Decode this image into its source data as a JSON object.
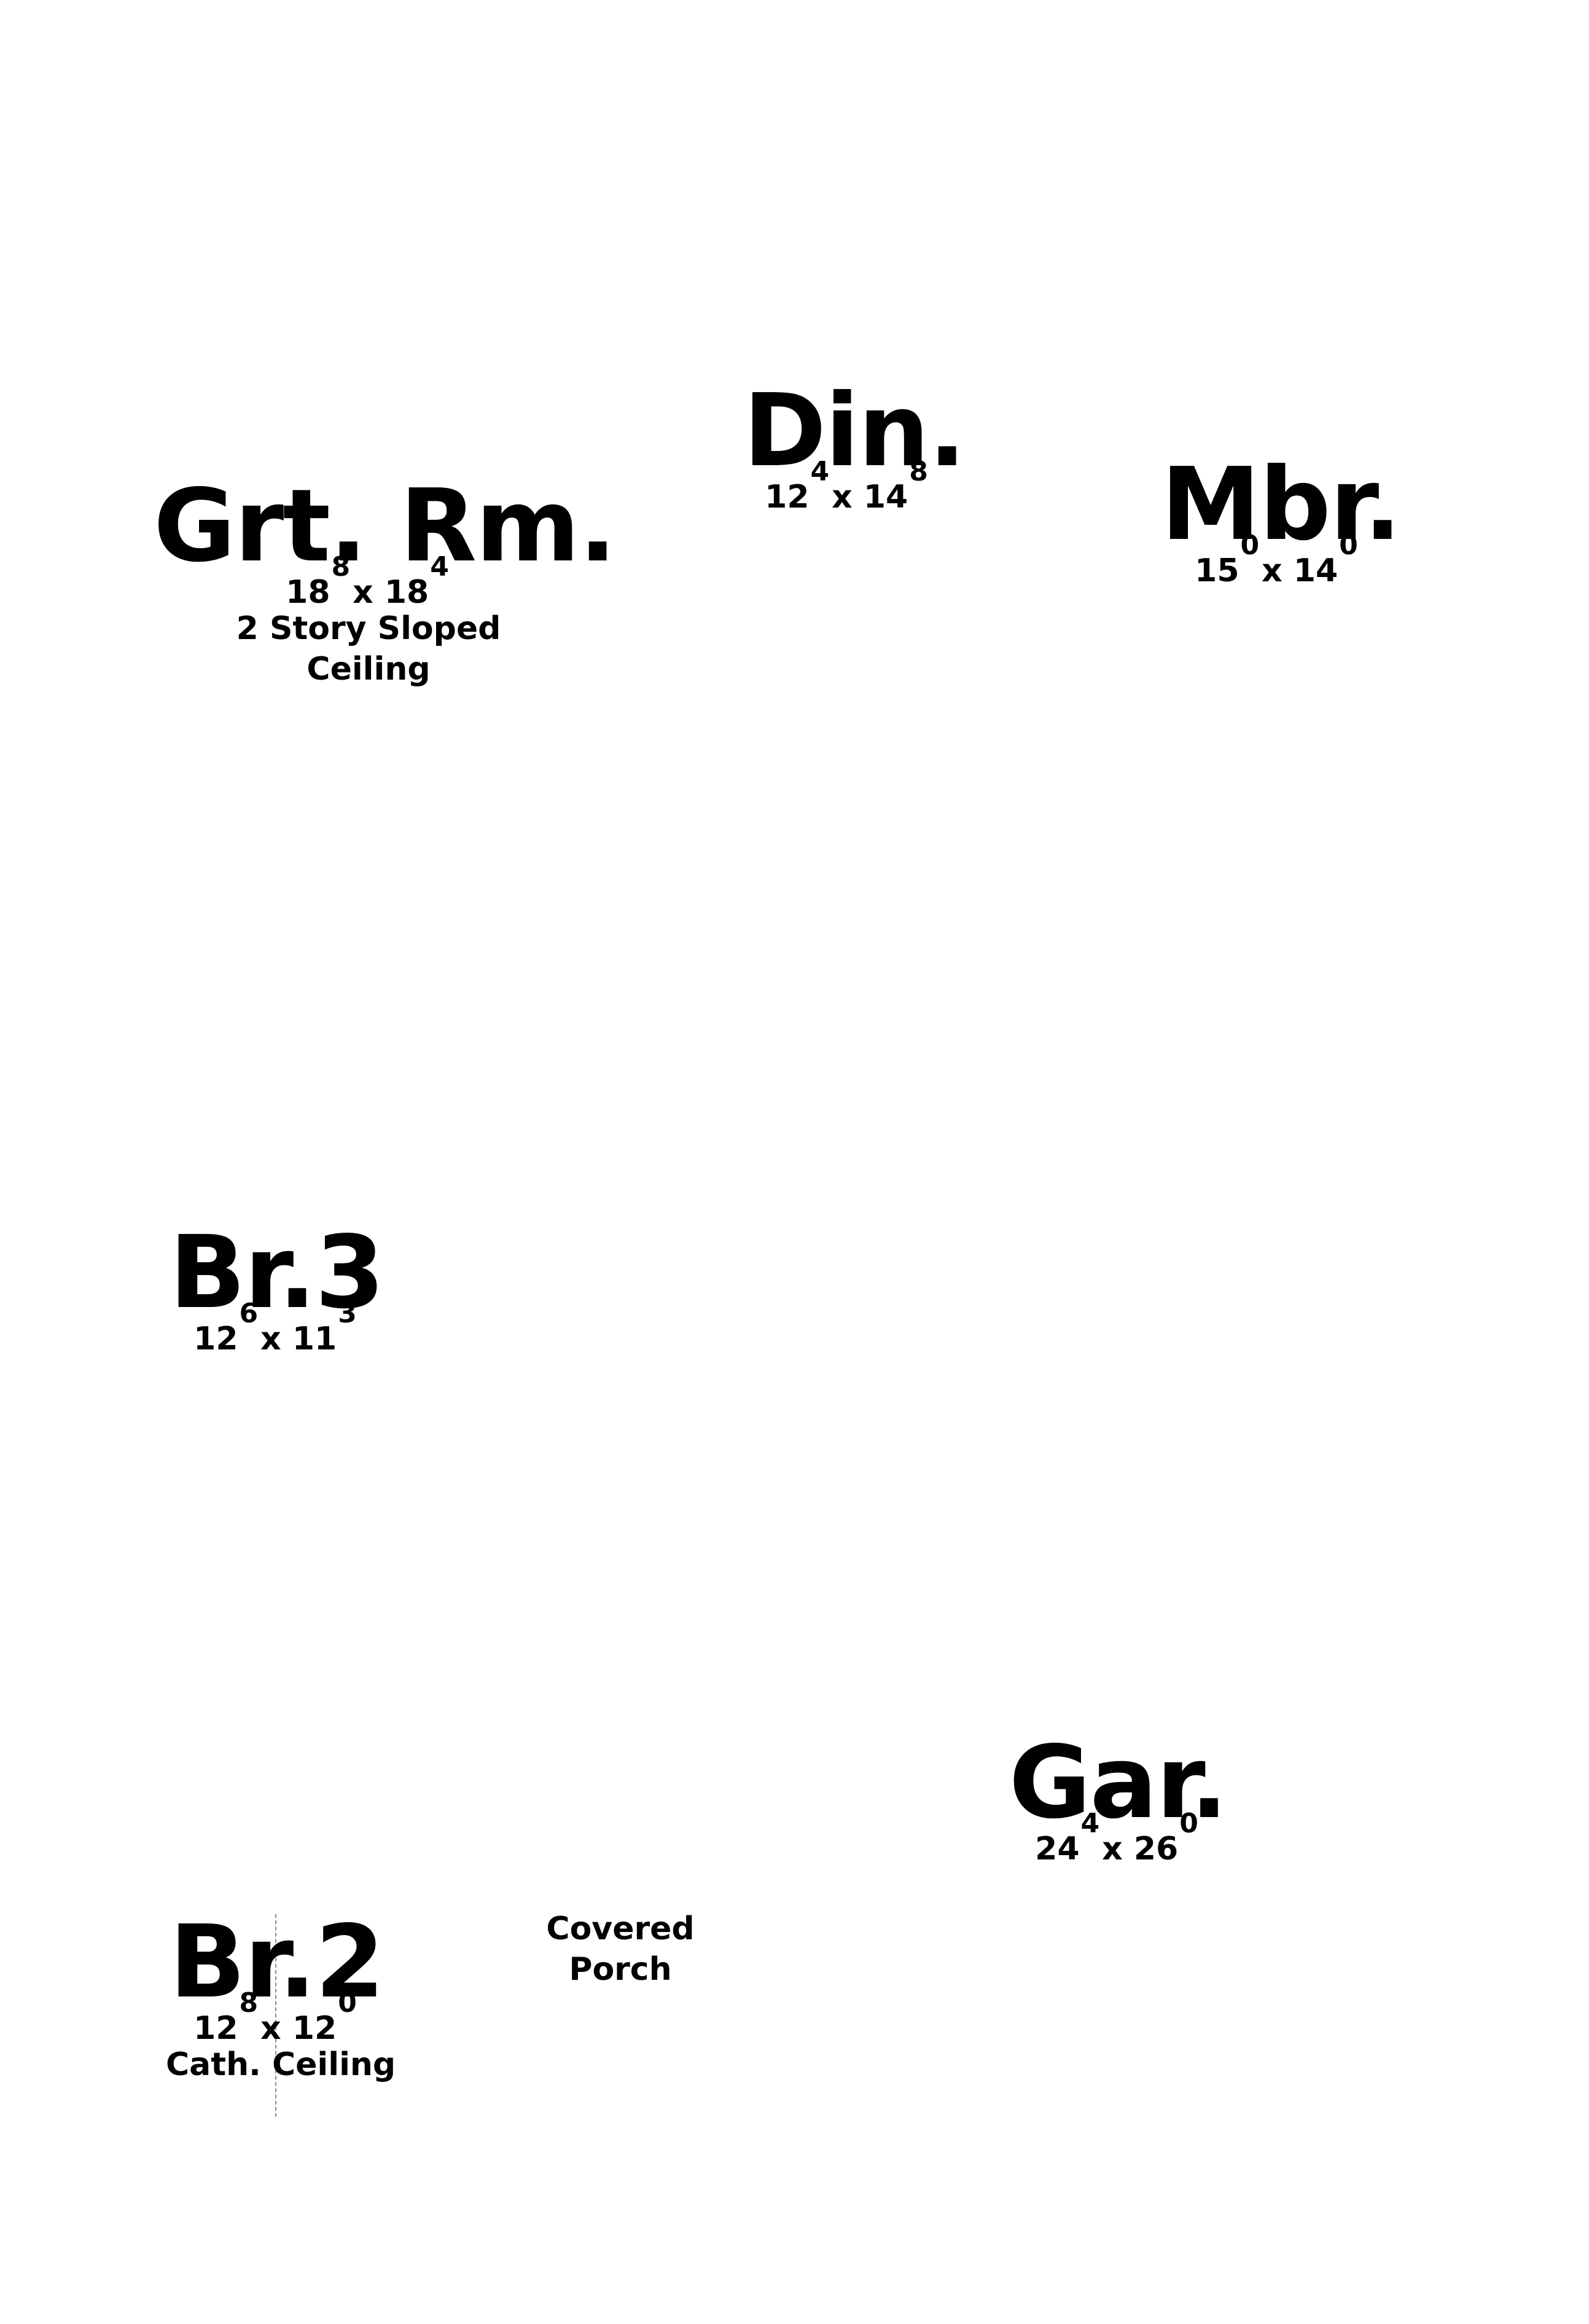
{
  "rooms": {
    "grt_rm": {
      "name": "Grt. Rm.",
      "width_ft": "18",
      "width_in": "8",
      "depth_ft": "18",
      "depth_in": "4",
      "note_line1": "2 Story Sloped",
      "note_line2": "Ceiling"
    },
    "din": {
      "name": "Din.",
      "width_ft": "12",
      "width_in": "4",
      "depth_ft": "14",
      "depth_in": "8"
    },
    "mbr": {
      "name": "Mbr.",
      "width_ft": "15",
      "width_in": "0",
      "depth_ft": "14",
      "depth_in": "0"
    },
    "br3": {
      "name": "Br.3",
      "width_ft": "12",
      "width_in": "6",
      "depth_ft": "11",
      "depth_in": "3"
    },
    "gar": {
      "name": "Gar.",
      "width_ft": "24",
      "width_in": "4",
      "depth_ft": "26",
      "depth_in": "0"
    },
    "br2": {
      "name": "Br.2",
      "width_ft": "12",
      "width_in": "8",
      "depth_ft": "12",
      "depth_in": "0",
      "note_line1": "Cath. Ceiling"
    }
  },
  "labels": {
    "porch_line1": "Covered",
    "porch_line2": "Porch",
    "times": "x"
  },
  "colors": {
    "text": "#000000",
    "background": "#ffffff",
    "dashed_line": "#8a8a8a"
  }
}
